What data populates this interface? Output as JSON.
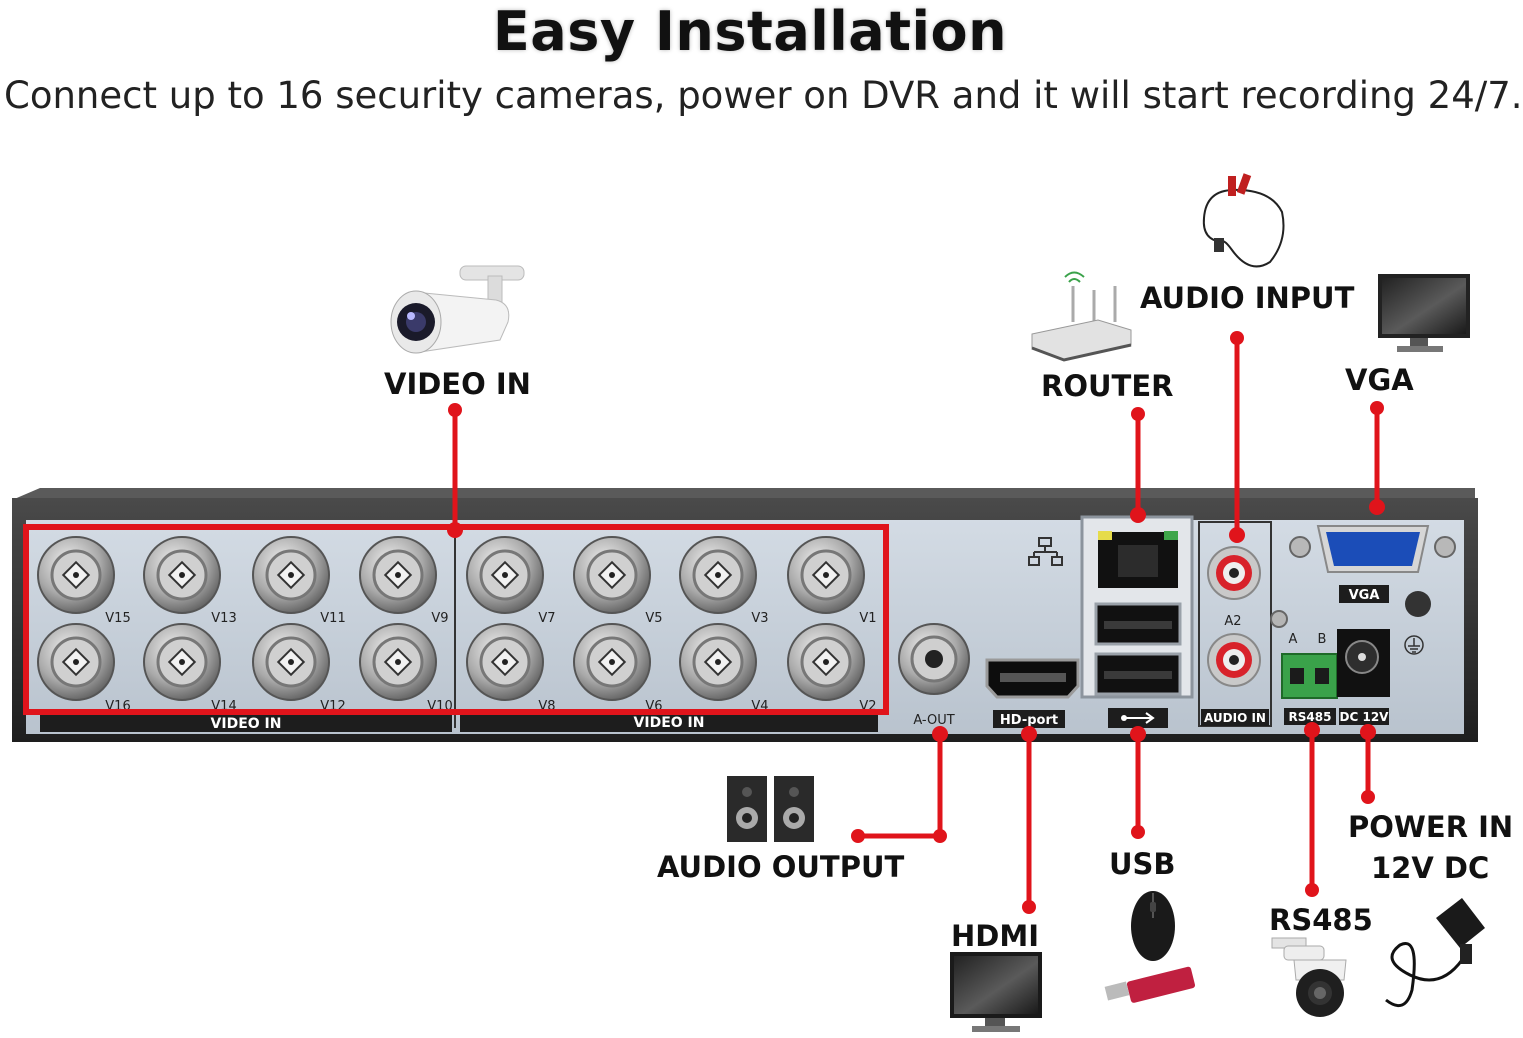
{
  "title": "Easy Installation",
  "subtitle": "Connect up to 16 security cameras, power on DVR and it will start recording 24/7.",
  "colors": {
    "callout": "#e0141b",
    "panel": "#c9d2dc",
    "chassis": "#2b2b2b"
  },
  "callouts": {
    "video_in": "VIDEO IN",
    "router": "ROUTER",
    "audio_input": "AUDIO INPUT",
    "vga": "VGA",
    "audio_output": "AUDIO OUTPUT",
    "hdmi": "HDMI",
    "usb": "USB",
    "rs485": "RS485",
    "power_in_line1": "POWER IN",
    "power_in_line2": "12V DC"
  },
  "panel_labels": {
    "video_in_left": "VIDEO IN",
    "video_in_right": "VIDEO IN",
    "a_out": "A-OUT",
    "hd_port": "HD-port",
    "audio_in": "AUDIO IN",
    "rs485": "RS485",
    "dc12v": "DC 12V",
    "vga": "VGA",
    "a2": "A2",
    "a": "A",
    "b": "B"
  },
  "bnc_ports": [
    {
      "label": "V15"
    },
    {
      "label": "V13"
    },
    {
      "label": "V11"
    },
    {
      "label": "V9"
    },
    {
      "label": "V7"
    },
    {
      "label": "V5"
    },
    {
      "label": "V3"
    },
    {
      "label": "V1"
    },
    {
      "label": "V16"
    },
    {
      "label": "V14"
    },
    {
      "label": "V12"
    },
    {
      "label": "V10"
    },
    {
      "label": "V8"
    },
    {
      "label": "V6"
    },
    {
      "label": "V4"
    },
    {
      "label": "V2"
    }
  ],
  "icons": [
    "camera-icon",
    "router-icon",
    "audio-cable-icon",
    "monitor-icon",
    "speakers-icon",
    "mouse-icon",
    "usb-drive-icon",
    "ptz-camera-icon",
    "power-adapter-icon",
    "network-icon",
    "usb-symbol-icon",
    "ground-icon"
  ]
}
